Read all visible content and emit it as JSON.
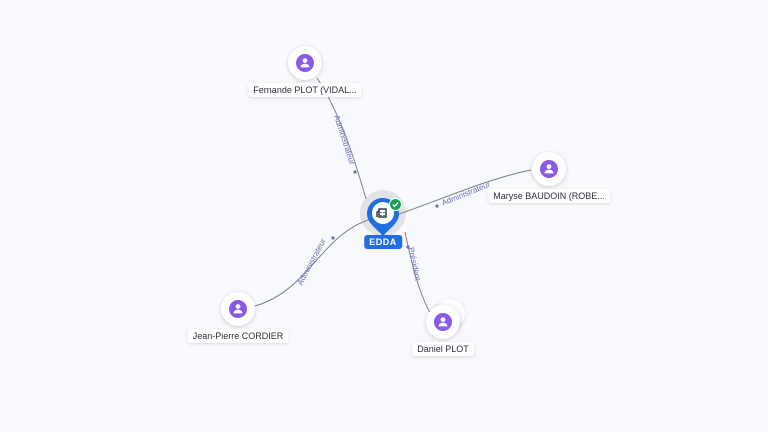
{
  "company": {
    "name": "EDDA",
    "verified": true,
    "icon": "building-icon"
  },
  "people": [
    {
      "id": "fernande",
      "name": "Fernande PLOT (VIDAL...",
      "icon": "person-icon",
      "role": "Administrateur"
    },
    {
      "id": "maryse",
      "name": "Maryse BAUDOIN (ROBE...",
      "icon": "person-icon",
      "role": "Administrateur"
    },
    {
      "id": "jeanpierre",
      "name": "Jean-Pierre CORDIER",
      "icon": "person-icon",
      "role": "Administrateur"
    },
    {
      "id": "daniel",
      "name": "Daniel PLOT",
      "icon": "person-icon",
      "role": "Président"
    }
  ],
  "colors": {
    "person": "#8a5ae6",
    "company": "#1f6fe0",
    "verified": "#1e9e55",
    "edge": "#7b7f8c",
    "edge_label": "#6e6bb8"
  }
}
